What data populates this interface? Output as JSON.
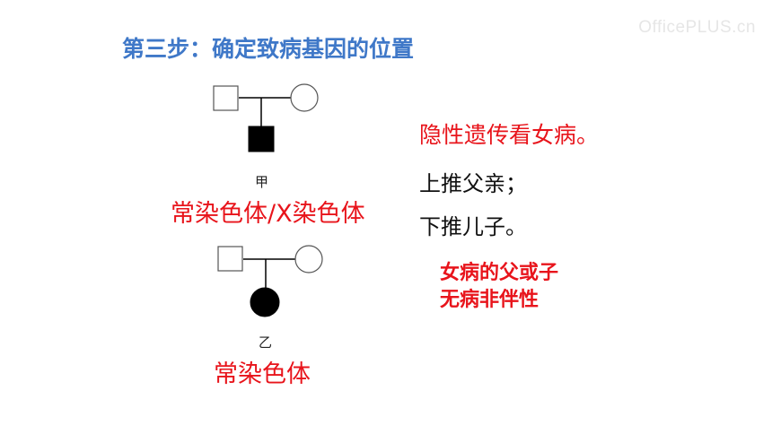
{
  "watermark": "OfficePLUS.cn",
  "title": "第三步：确定致病基因的位置",
  "pedigree_jia": {
    "label": "甲",
    "note": "常染色体/X染色体"
  },
  "pedigree_yi": {
    "label": "乙",
    "note": "常染色体"
  },
  "rules": {
    "line1": "隐性遗传看女病。",
    "line2": "上推父亲；",
    "line3": "下推儿子。",
    "tip1": "女病的父或子",
    "tip2": "无病非伴性"
  },
  "colors": {
    "title": "#3f78c8",
    "highlight": "#e8141b",
    "text": "#111111"
  }
}
